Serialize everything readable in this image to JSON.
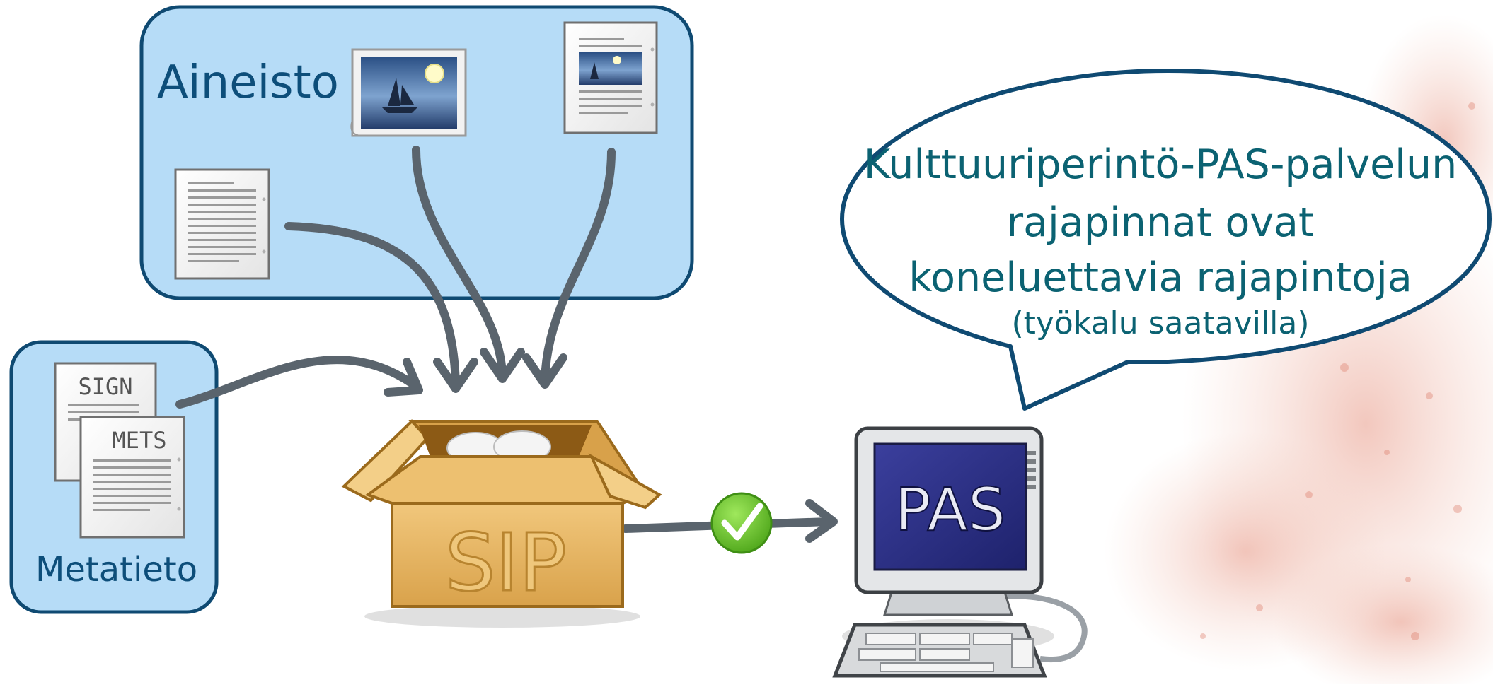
{
  "aineisto_label": "Aineisto",
  "metatieto_label": "Metatieto",
  "sign_label": "SIGN",
  "mets_label": "METS",
  "sip_label": "SIP",
  "pas_label": "PAS",
  "bubble": {
    "line1": "Kulttuuriperintö-PAS-palvelun",
    "line2": "rajapinnat ovat",
    "line3": "koneluettavia rajapintoja",
    "line4": "(työkalu saatavilla)"
  },
  "colors": {
    "panel_fill": "#b6dcf7",
    "panel_border": "#0f4a72",
    "arrow": "#5a646d",
    "bubble_text": "#0b6272",
    "box": "#e7b463",
    "check": "#6fc92a",
    "monitor_screen": "#2b2f86"
  },
  "icons": [
    "image-file-icon",
    "text-document-icon",
    "image-document-icon",
    "sign-document-icon",
    "mets-document-icon",
    "sip-box-icon",
    "check-icon",
    "computer-icon",
    "speech-bubble"
  ]
}
